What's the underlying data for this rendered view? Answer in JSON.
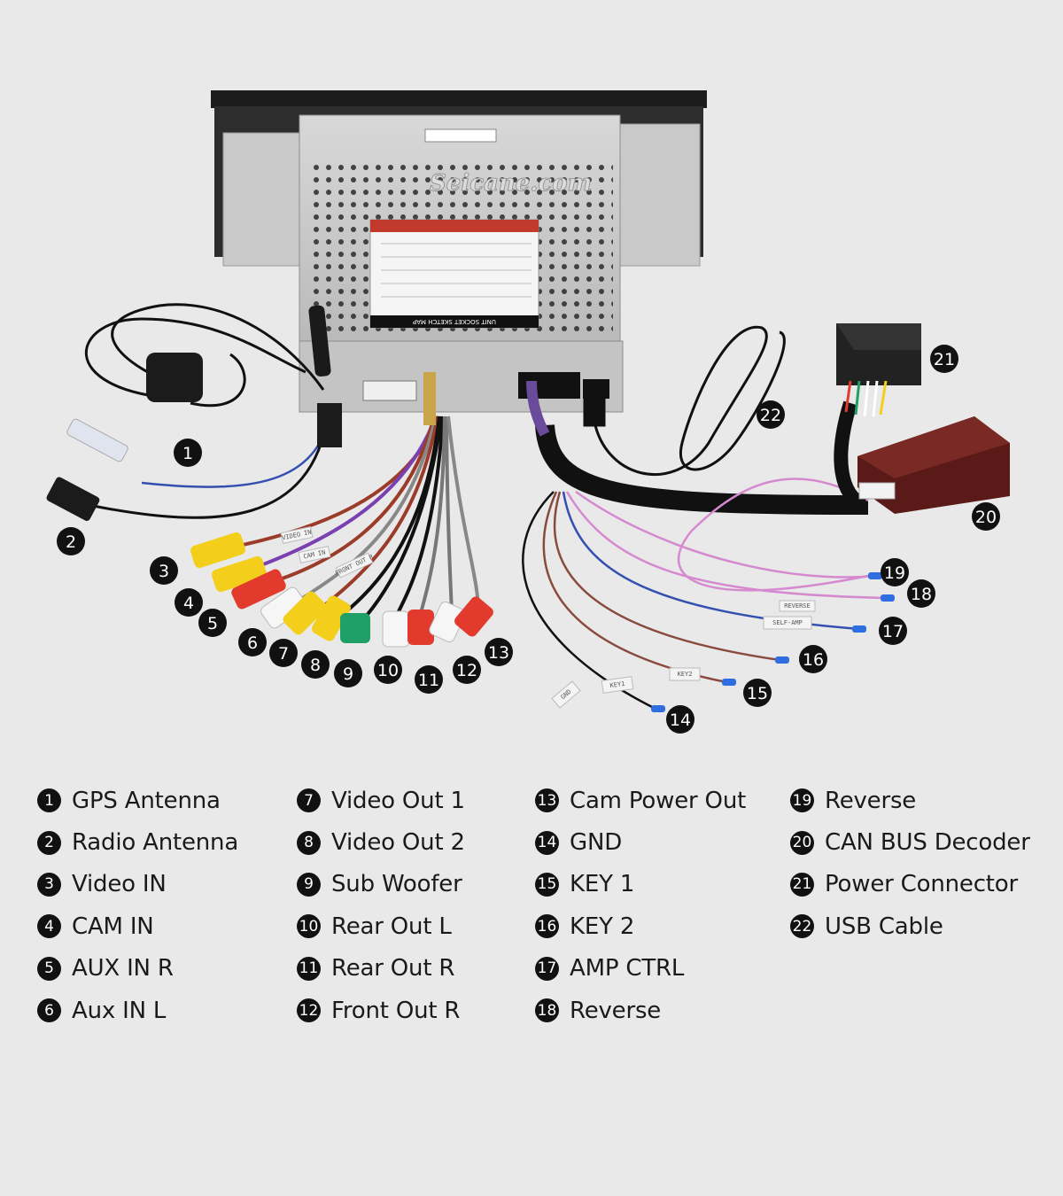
{
  "watermark": "Seicane.com",
  "sticker": {
    "title": "UNIT SOCKET SKETCH MAP"
  },
  "wire_tags": {
    "gnd": "GND",
    "key1": "KEY1",
    "key2": "KEY2",
    "reverse": "REVERSE",
    "amp": "SELF-AMP",
    "cam": "CAM IN",
    "video": "VIDEO IN",
    "front": "FRONT OUT R"
  },
  "callouts": [
    {
      "num": "1"
    },
    {
      "num": "2"
    },
    {
      "num": "3"
    },
    {
      "num": "4"
    },
    {
      "num": "5"
    },
    {
      "num": "6"
    },
    {
      "num": "7"
    },
    {
      "num": "8"
    },
    {
      "num": "9"
    },
    {
      "num": "10"
    },
    {
      "num": "11"
    },
    {
      "num": "12"
    },
    {
      "num": "13"
    },
    {
      "num": "14"
    },
    {
      "num": "15"
    },
    {
      "num": "16"
    },
    {
      "num": "17"
    },
    {
      "num": "18"
    },
    {
      "num": "19"
    },
    {
      "num": "20"
    },
    {
      "num": "21"
    },
    {
      "num": "22"
    }
  ],
  "legend": {
    "columns": [
      [
        {
          "num": "1",
          "label": "GPS Antenna"
        },
        {
          "num": "2",
          "label": "Radio Antenna"
        },
        {
          "num": "3",
          "label": "Video IN"
        },
        {
          "num": "4",
          "label": "CAM IN"
        },
        {
          "num": "5",
          "label": "AUX IN R"
        },
        {
          "num": "6",
          "label": "Aux IN L"
        }
      ],
      [
        {
          "num": "7",
          "label": "Video Out 1"
        },
        {
          "num": "8",
          "label": "Video Out 2"
        },
        {
          "num": "9",
          "label": "Sub Woofer"
        },
        {
          "num": "10",
          "label": "Rear Out L"
        },
        {
          "num": "11",
          "label": "Rear Out R"
        },
        {
          "num": "12",
          "label": "Front Out R"
        }
      ],
      [
        {
          "num": "13",
          "label": "Cam Power Out"
        },
        {
          "num": "14",
          "label": "GND"
        },
        {
          "num": "15",
          "label": "KEY 1"
        },
        {
          "num": "16",
          "label": "KEY 2"
        },
        {
          "num": "17",
          "label": "AMP CTRL"
        },
        {
          "num": "18",
          "label": "Reverse"
        }
      ],
      [
        {
          "num": "19",
          "label": "Reverse"
        },
        {
          "num": "20",
          "label": "CAN BUS Decoder"
        },
        {
          "num": "21",
          "label": "Power Connector"
        },
        {
          "num": "22",
          "label": "USB Cable"
        }
      ]
    ]
  }
}
